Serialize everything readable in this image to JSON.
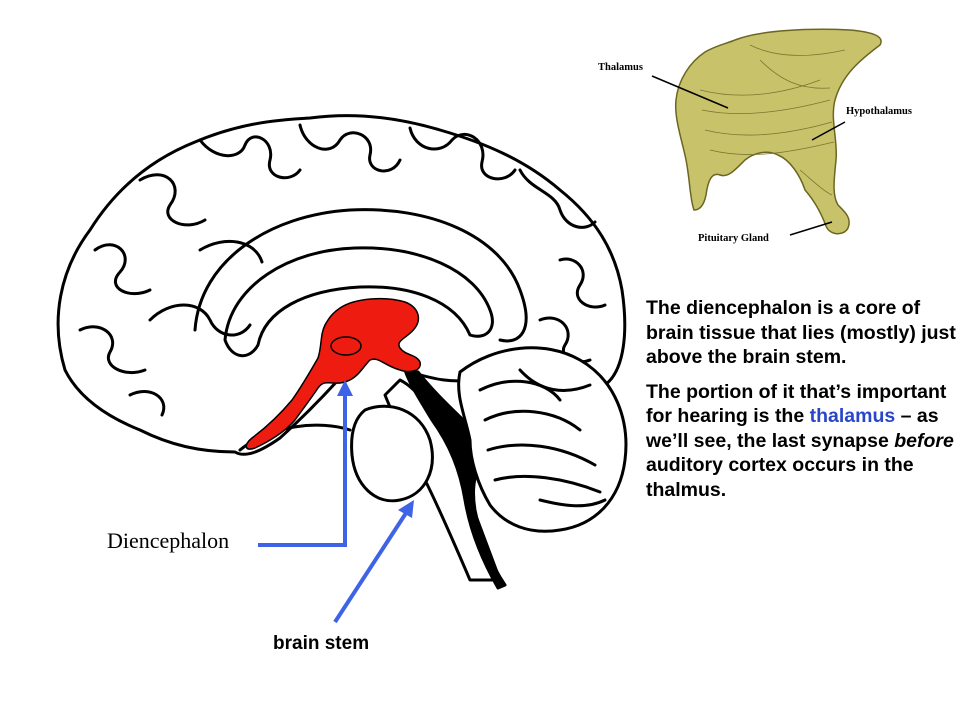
{
  "colors": {
    "diencephalon_fill": "#ee1c10",
    "arrow_blue": "#3f63e6",
    "inset_fill": "#c8c36a",
    "highlight_text": "#2a46c8"
  },
  "inset": {
    "labels": {
      "thalamus": "Thalamus",
      "hypothalamus": "Hypothalamus",
      "pituitary": "Pituitary Gland"
    }
  },
  "labels": {
    "diencephalon": "Diencephalon",
    "brain_stem": "brain stem"
  },
  "text": {
    "para1": "The diencephalon is a core of brain tissue that lies (mostly) just above the brain stem.",
    "para2_before": "The portion of it that’s important for hearing is the ",
    "para2_highlight": "thalamus",
    "para2_middle": " – as we’ll see, the last synapse ",
    "para2_emph": "before",
    "para2_after": " auditory cortex occurs in the thalmus."
  }
}
